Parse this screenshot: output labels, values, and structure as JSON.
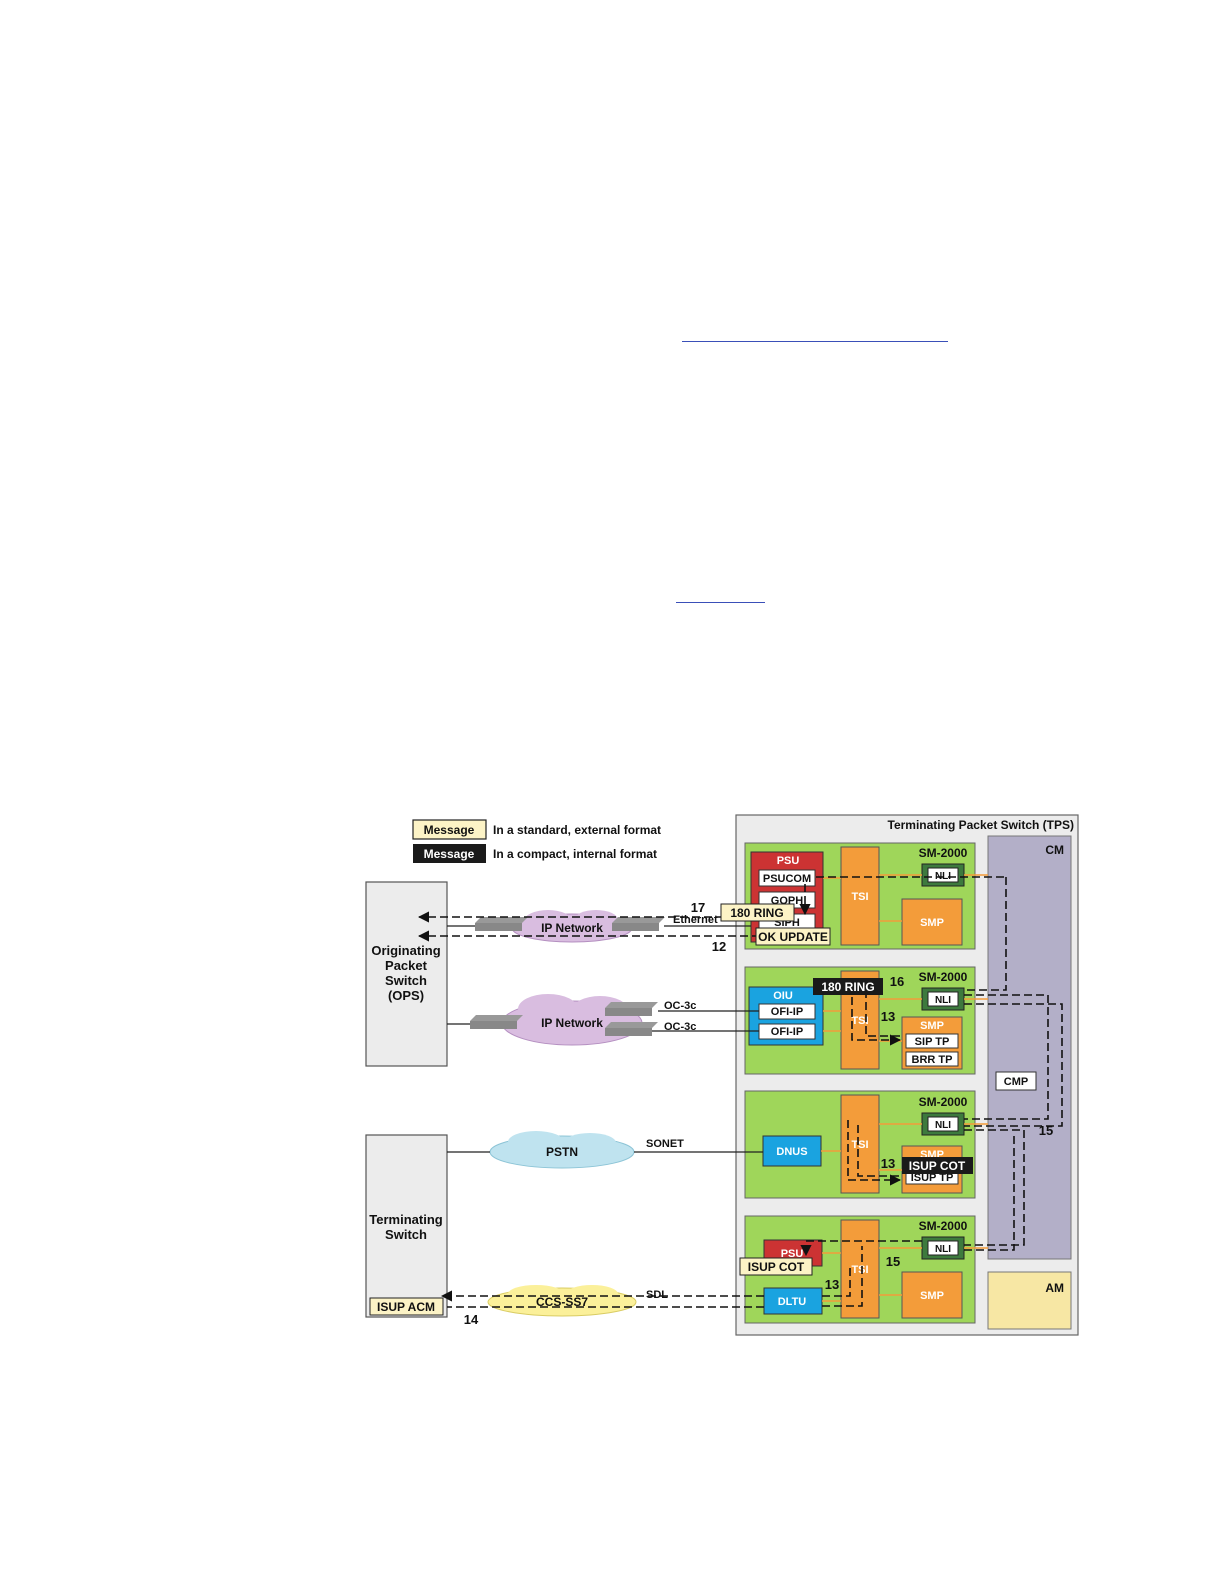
{
  "legend": {
    "items": [
      {
        "swatch": "Message",
        "desc": "In a standard, external format",
        "style": "standard"
      },
      {
        "swatch": "Message",
        "desc": "In a compact, internal format",
        "style": "compact"
      }
    ]
  },
  "colors": {
    "module_green": "#9fd65a",
    "tsi_orange": "#f39c3a",
    "psu_red": "#cc3333",
    "oiu_blue": "#1aa3e0",
    "cm_purple": "#b3afc8",
    "am_yellow": "#f7e7a4",
    "standard_msg": "#fcf3c6",
    "compact_msg": "#1a1a1a"
  },
  "tps": {
    "title": "Terminating Packet Switch (TPS)",
    "cm": "CM",
    "cmp": "CMP",
    "am": "AM",
    "modules": [
      {
        "name": "SM-2000",
        "tsi": "TSI",
        "smp": "SMP",
        "psu": "PSU",
        "psucom": "PSUCOM",
        "goph": "GOPH",
        "siph": "SIPH",
        "nli": "NLI"
      },
      {
        "name": "SM-2000",
        "tsi": "TSI",
        "smp": "SMP",
        "oiu": "OIU",
        "ofi1": "OFI-IP",
        "ofi2": "OFI-IP",
        "sip_tp": "SIP TP",
        "brr_tp": "BRR TP",
        "nli": "NLI"
      },
      {
        "name": "SM-2000",
        "tsi": "TSI",
        "smp": "SMP",
        "dnus": "DNUS",
        "isup_tp": "ISUP TP",
        "nli": "NLI"
      },
      {
        "name": "SM-2000",
        "tsi": "TSI",
        "smp": "SMP",
        "psu": "PSU",
        "dltu": "DLTU",
        "nli": "NLI"
      }
    ]
  },
  "ops": {
    "line1": "Originating",
    "line2": "Packet",
    "line3": "Switch",
    "line4": "(OPS)"
  },
  "ts": {
    "line1": "Terminating",
    "line2": "Switch"
  },
  "clouds": {
    "ip1": "IP Network",
    "ip2": "IP Network",
    "pstn": "PSTN",
    "ss7": "CCS-SS7"
  },
  "links": {
    "ethernet": "Ethernet",
    "oc3c_1": "OC-3c",
    "oc3c_2": "OC-3c",
    "sonet": "SONET",
    "sdl": "SDL"
  },
  "messages": {
    "ring_ext": "180 RING",
    "ok_update": "OK UPDATE",
    "ring_int": "180 RING",
    "isup_cot_int": "ISUP COT",
    "isup_cot_ext": "ISUP COT",
    "isup_acm": "ISUP ACM"
  },
  "steps": {
    "s17": "17",
    "s12": "12",
    "s16": "16",
    "s13a": "13",
    "s15a": "15",
    "s13b": "13",
    "s13c": "13",
    "s15b": "15",
    "s14": "14"
  }
}
